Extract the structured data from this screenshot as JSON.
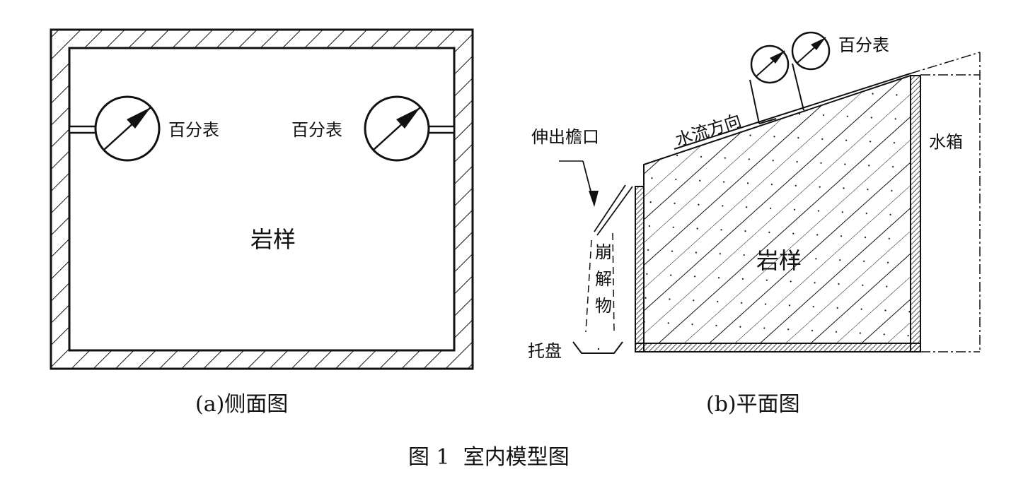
{
  "panel_a": {
    "gauge_left_label": "百分表",
    "gauge_right_label": "百分表",
    "rock_label": "岩样",
    "caption": "(a)侧面图"
  },
  "panel_b": {
    "gauge_label": "百分表",
    "flow_label": "水流方向",
    "eave_label": "伸出檐口",
    "tank_label": "水箱",
    "rock_label": "岩样",
    "debris_chars": [
      "崩",
      "解",
      "物"
    ],
    "tray_label": "托盘",
    "caption": "(b)平面图"
  },
  "figure_title": "图 1  室内模型图"
}
